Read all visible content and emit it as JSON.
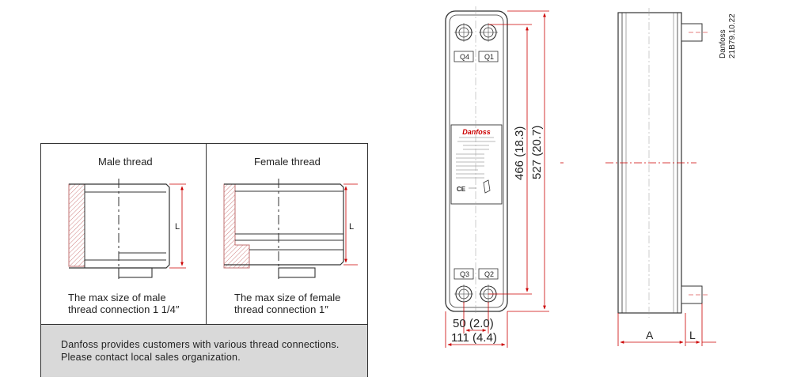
{
  "thread_panel": {
    "male_title": "Male thread",
    "female_title": "Female thread",
    "male_caption_line1": "The max size of male",
    "male_caption_line2": "thread connection 1 1/4″",
    "female_caption_line1": "The max size of female",
    "female_caption_line2": "thread connection 1″",
    "dimension_L": "L",
    "footnote_line1": "Danfoss provides customers with various thread connections.",
    "footnote_line2": "Please contact local sales organization."
  },
  "front_view": {
    "ports": [
      "Q4",
      "Q1",
      "Q3",
      "Q2"
    ],
    "dim_inner_height": "466 (18.3)",
    "dim_outer_height": "527 (20.7)",
    "dim_port_spacing": "50 (2.0)",
    "dim_width": "111 (4.4)",
    "nameplate_logo": "Danfoss",
    "nameplate_mark": "CE"
  },
  "side_view": {
    "dim_A": "A",
    "dim_L": "L"
  },
  "document_ref": {
    "brand": "Danfoss",
    "code": "21B79.10.22"
  },
  "colors": {
    "dimension_line": "#cc0000",
    "outline": "#333333",
    "footer_bg": "#d9d9d9"
  }
}
